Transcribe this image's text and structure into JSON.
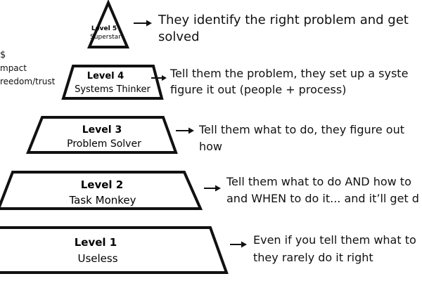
{
  "side_labels": [
    "$",
    "mpact",
    "reedom/trust"
  ],
  "levels": [
    {
      "title": "Level 5",
      "subtitle": "Superstar",
      "description": [
        "They identify the right problem and get",
        "solved"
      ]
    },
    {
      "title": "Level 4",
      "subtitle": "Systems Thinker",
      "description": [
        "Tell them the problem, they set up a syste",
        "figure it out (people + process)"
      ]
    },
    {
      "title": "Level 3",
      "subtitle": "Problem Solver",
      "description": [
        "Tell them what to do, they figure out",
        "how"
      ]
    },
    {
      "title": "Level 2",
      "subtitle": "Task Monkey",
      "description": [
        "Tell them what to do AND how to",
        "and WHEN to do it... and it’ll get d"
      ]
    },
    {
      "title": "Level 1",
      "subtitle": "Useless",
      "description": [
        "Even if you tell them what to",
        "they rarely do it right"
      ]
    }
  ]
}
